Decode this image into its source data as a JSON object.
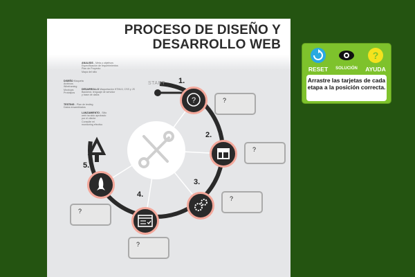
{
  "title": {
    "line1": "PROCESO DE DISEÑO Y",
    "line2": "DESARROLLO WEB"
  },
  "diagram": {
    "start_label": "START",
    "steps": [
      "1.",
      "2.",
      "3.",
      "4.",
      "5."
    ],
    "slot_placeholder": "?",
    "notes": {
      "analisis_head": "ANALISIS",
      "analisis_body": "- Meta y objetivos\nEspecificación de requerimientos\nPlan de Proyecto\nMapa del sitio",
      "diseno_head": "DISEÑO",
      "diseno_body": "Maqueta\nArchivos\nWireframing\nMockups\nPrototipos",
      "desarrollo_head": "DESARROLLO",
      "desarrollo_body": "Maquetación HTML5, CSS y JS\nBackend, lenguaje de servidor\ny base de datos",
      "testing_head": "TESTING",
      "testing_body": "- Plan de testing\nDatos ensamblados",
      "lanzamiento_head": "LANZAMIENTO",
      "lanzamiento_body": "- Sitio\nweb ha sido aprobado\npor el cliente\nConsulte mi\nmonitoring efectivo"
    }
  },
  "controls": {
    "reset_label": "RESET",
    "solucion_label": "SOLUCIÓN",
    "ayuda_label": "AYUDA",
    "instructions": "Arrastre las tarjetas de cada etapa a la posición correcta."
  },
  "colors": {
    "background": "#245411",
    "panel": "#7ec22c",
    "node_ring": "#f3a79a",
    "node_fill": "#2a2a2a",
    "reset_icon": "#29a9e1",
    "ayuda_icon": "#f4e21e"
  }
}
